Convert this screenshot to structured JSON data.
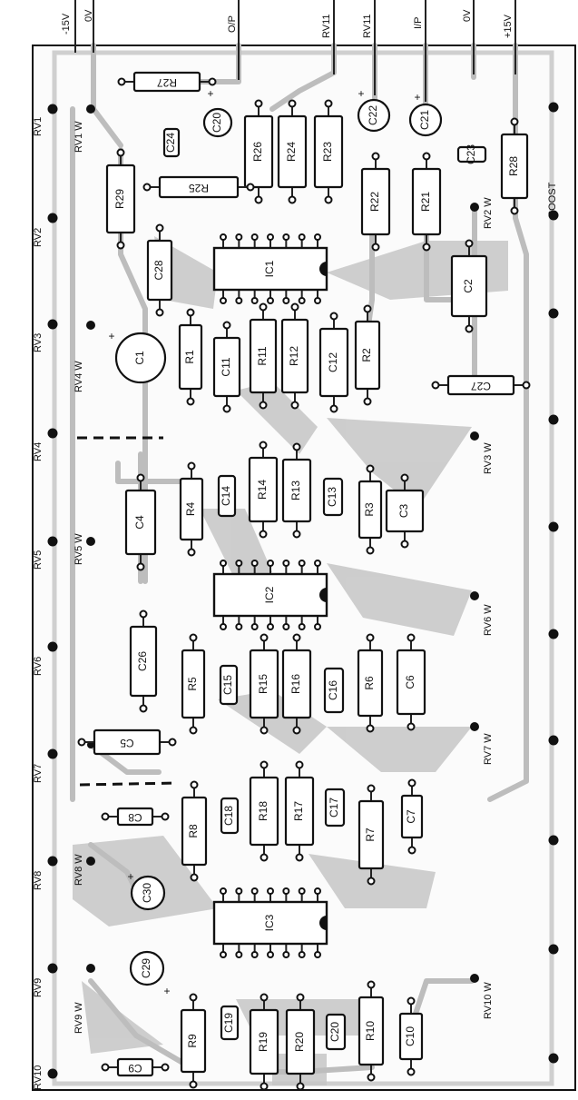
{
  "top_terminals": [
    "-15V",
    "0V",
    "O/P",
    "RV11",
    "RV11",
    "I/P",
    "0V",
    "+15V"
  ],
  "boost_label": "3OOST",
  "left_pots": [
    "RV1",
    "RV2",
    "RV3",
    "RV4",
    "RV5",
    "RV6",
    "RV7",
    "RV8",
    "RV9",
    "RV10"
  ],
  "wiper_labels": [
    "RV1 W",
    "RV4 W",
    "RV5 W",
    "RV8 W",
    "RV9 W"
  ],
  "right_wipers": [
    "RV2 W",
    "RV3 W",
    "RV6 W",
    "RV7 W",
    "RV10 W"
  ],
  "ics": [
    "IC1",
    "IC2",
    "IC3"
  ],
  "resistors": [
    "R27",
    "R26",
    "R24",
    "R23",
    "R22",
    "R21",
    "R28",
    "R29",
    "R25",
    "R1",
    "R11",
    "R12",
    "R2",
    "R4",
    "R14",
    "R13",
    "R3",
    "R5",
    "R15",
    "R16",
    "R6",
    "R8",
    "R18",
    "R17",
    "R7",
    "R9",
    "R19",
    "R20",
    "R10"
  ],
  "capacitors": [
    "C20",
    "C22",
    "C21",
    "C24",
    "C23",
    "C28",
    "C2",
    "C1",
    "C11",
    "C12",
    "C27",
    "C4",
    "C14",
    "C13",
    "C3",
    "C26",
    "C15",
    "C16",
    "C6",
    "C5",
    "C8",
    "C18",
    "C17",
    "C7",
    "C30",
    "C29",
    "C19",
    "C9",
    "C20",
    "C10"
  ],
  "polarity": "+"
}
